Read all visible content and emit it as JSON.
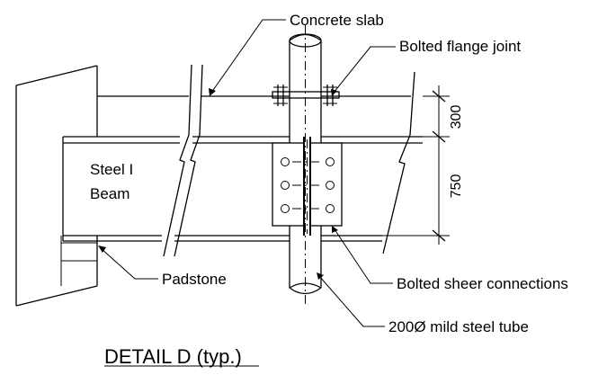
{
  "labels": {
    "concrete_slab": "Concrete slab",
    "bolted_flange_joint": "Bolted flange joint",
    "steel_beam_line1": "Steel I",
    "steel_beam_line2": "Beam",
    "padstone": "Padstone",
    "bolted_sheer_connections": "Bolted sheer connections",
    "mild_steel_tube": "200Ø mild steel tube"
  },
  "dimensions": {
    "slab_depth": "300",
    "beam_depth": "750"
  },
  "title": "DETAIL D (typ.)"
}
